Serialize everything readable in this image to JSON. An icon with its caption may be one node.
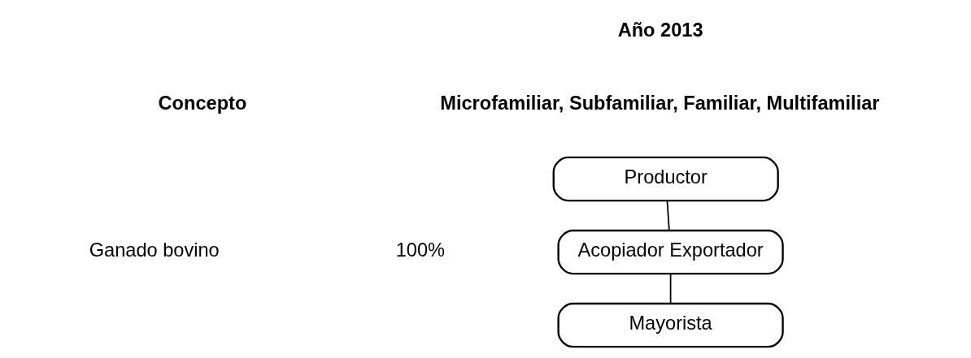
{
  "diagram": {
    "nodes": [
      {
        "text": [
          "Productor"
        ]
      },
      {
        "text": [
          "Acopiador Exportador"
        ]
      },
      {
        "text": [
          "Mayorista"
        ]
      }
    ],
    "edges": [
      {
        "from": 0,
        "to": 1,
        "arrow": "none"
      },
      {
        "from": 1,
        "to": 2,
        "arrow": "none"
      }
    ],
    "labels": [
      "Año 2013",
      "Concepto",
      "Microfamiliar, Subfamiliar, Familiar, Multifamiliar",
      "Ganado bovino",
      "100%"
    ]
  }
}
